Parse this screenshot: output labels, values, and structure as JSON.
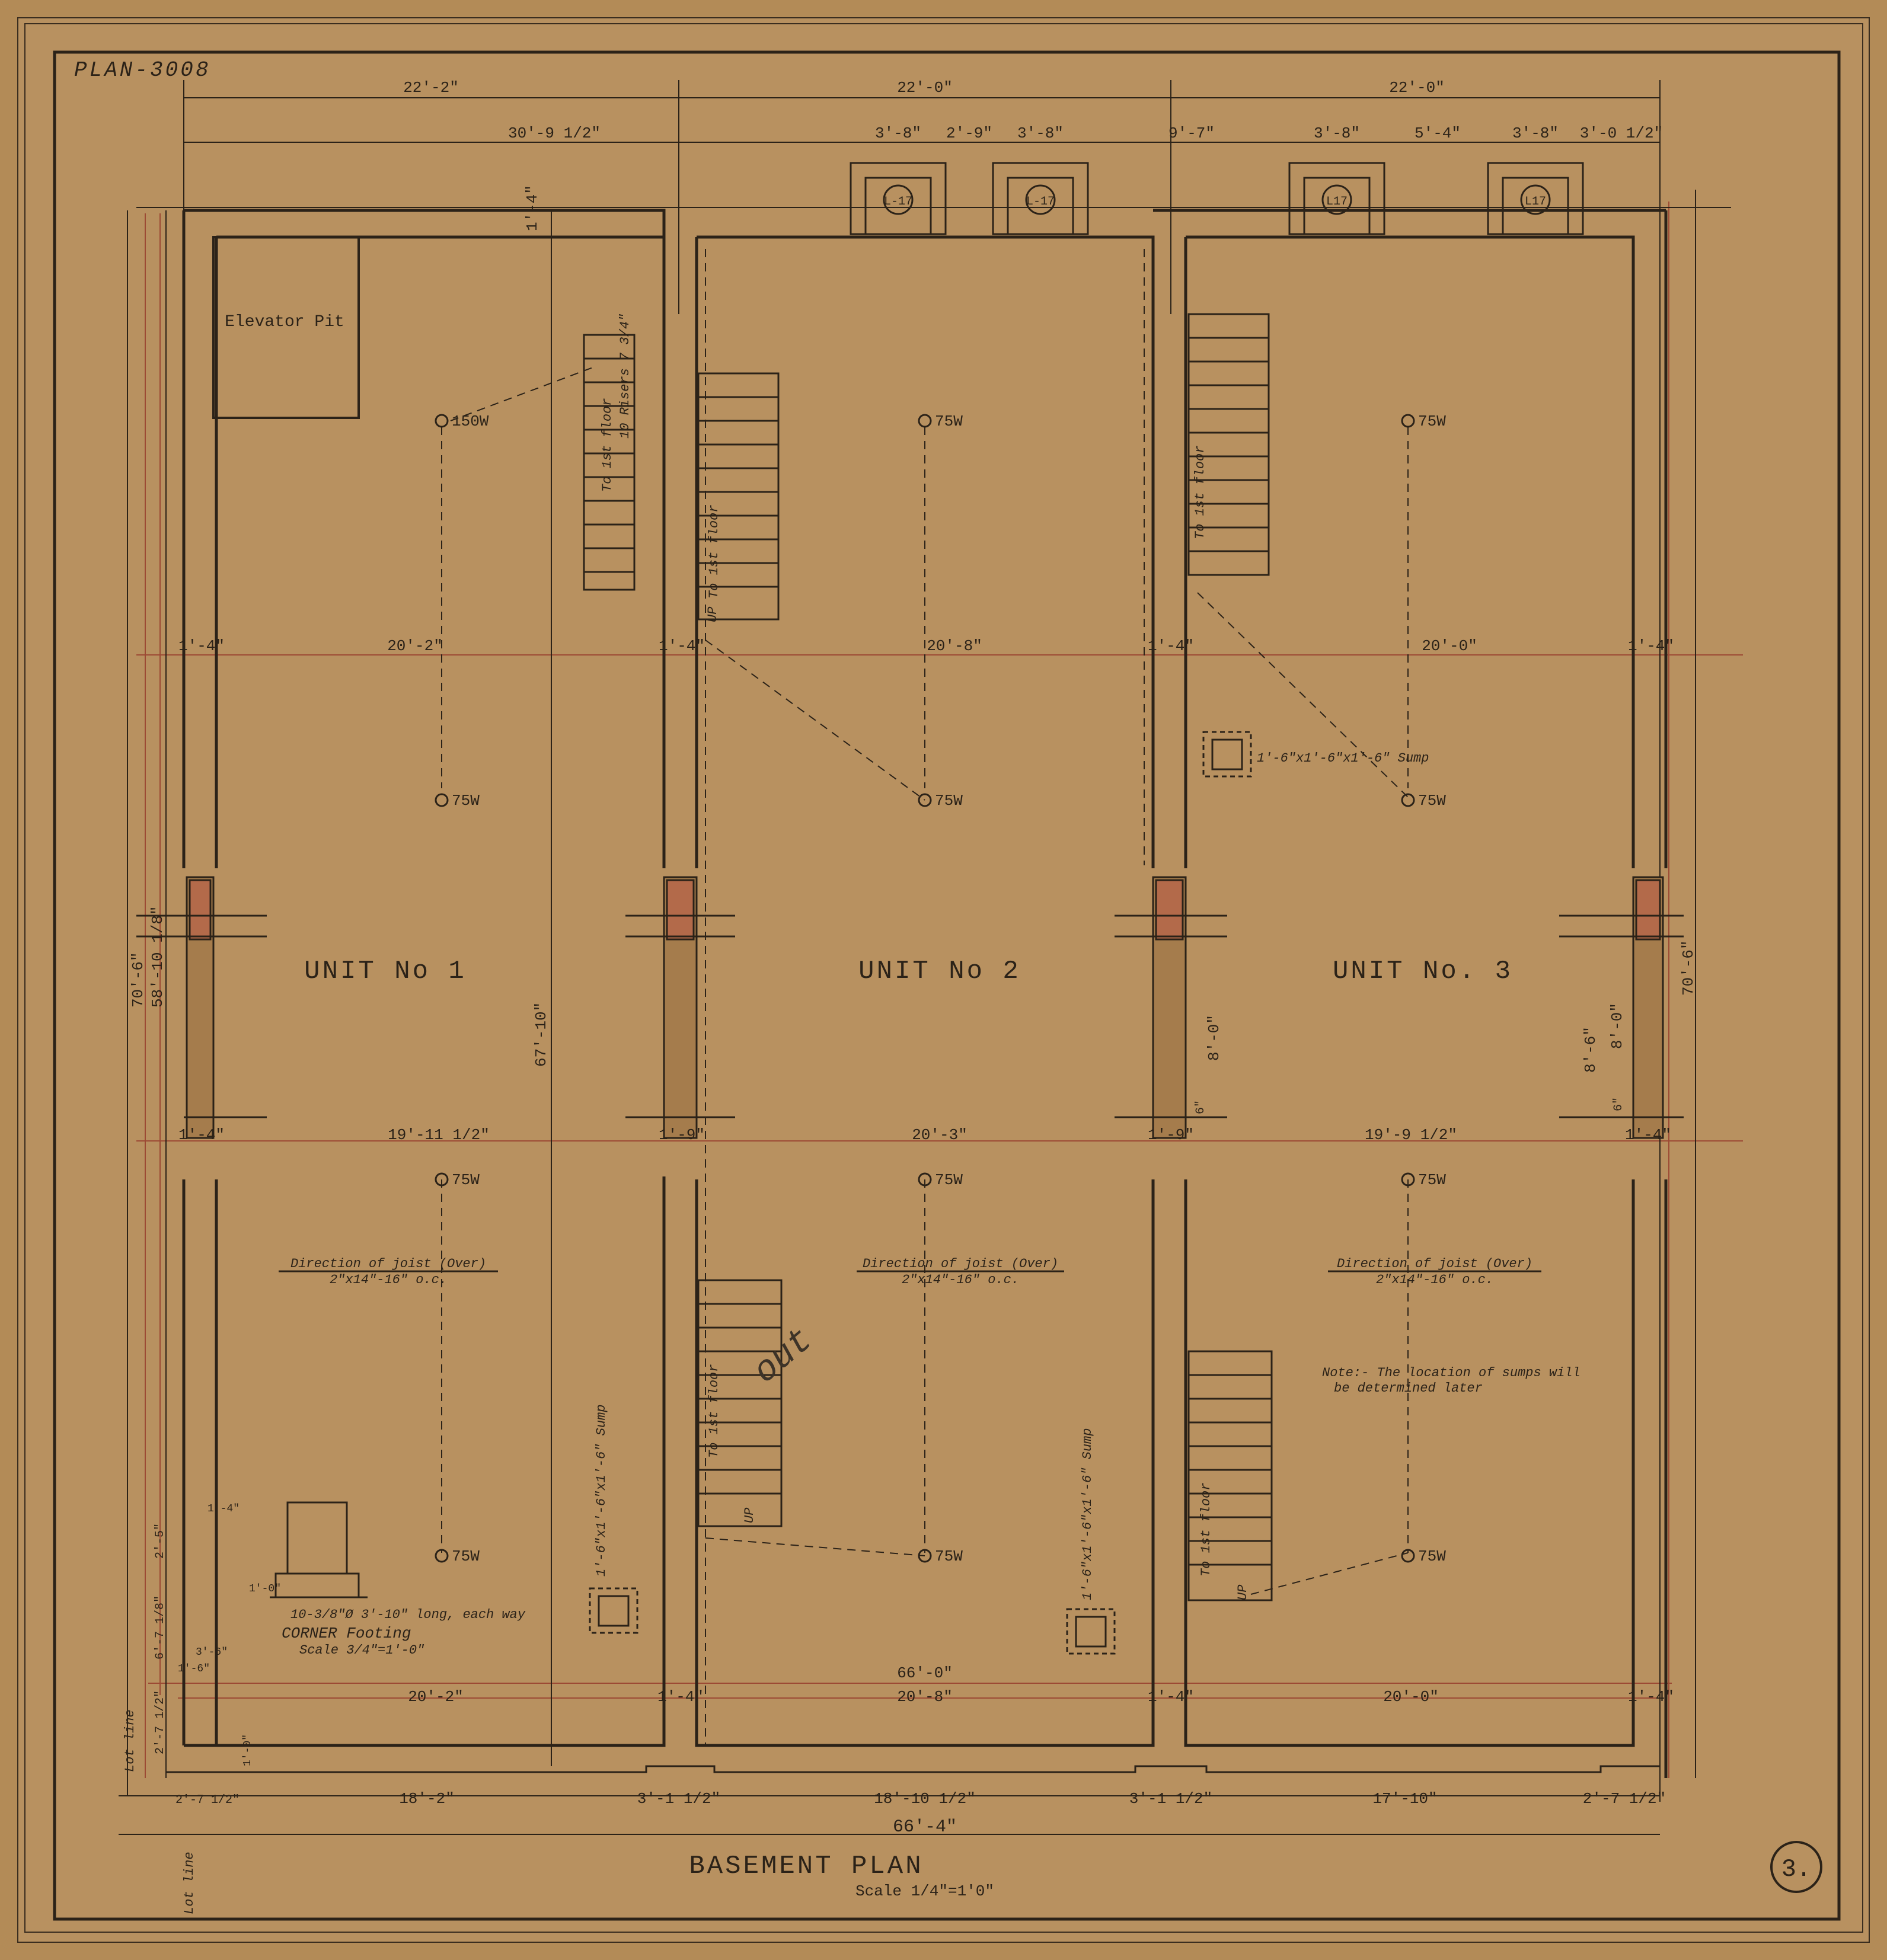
{
  "sheet": {
    "plan_number": "PLAN-3008",
    "title": "BASEMENT PLAN",
    "scale": "Scale 1/4\"=1'0\"",
    "sheet_number": "3."
  },
  "units": [
    {
      "label": "UNIT No 1"
    },
    {
      "label": "UNIT No 2"
    },
    {
      "label": "UNIT No. 3"
    }
  ],
  "rooms": {
    "elevator_pit": "Elevator Pit",
    "sump": "1'-6\"x1'-6\"x1'-6\" Sump",
    "sump_left": "1'-6\"x1'-6\"x1'-6\" Sump",
    "sump_mid": "1'-6\"x1'-6\"x1'-6\" Sump"
  },
  "windows": [
    "L-17",
    "L-17",
    "L17",
    "L17"
  ],
  "lights": [
    "150W",
    "75W",
    "75W",
    "75W",
    "75W",
    "75W",
    "75W",
    "75W",
    "75W",
    "75W",
    "75W",
    "75W"
  ],
  "joists": {
    "label": "Direction of joist (Over)",
    "spec": "2\"x14\"-16\" o.c."
  },
  "note": {
    "line1": "Note:- The location of sumps will",
    "line2": "be determined later"
  },
  "corner_footing": {
    "spec": "10-3/8\"Ø 3'-10\" long, each way",
    "title": "CORNER Footing",
    "scale": "Scale 3/4\"=1'-0\"",
    "dim": "1'-0\""
  },
  "annotation": "out",
  "lot_line": "Lot line",
  "stairs": {
    "to_floor": "To 1st floor",
    "up": "UP",
    "risers": "10 Risers 7 3/4\""
  },
  "dims": {
    "top_widths": [
      "22'-2\"",
      "22'-0\"",
      "22'-0\""
    ],
    "top_sub": [
      "30'-9 1/2\"",
      "3'-8\"",
      "2'-9\"",
      "3'-8\"",
      "9'-7\"",
      "3'-8\"",
      "5'-4\"",
      "3'-8\"",
      "3'-0 1/2\""
    ],
    "mid_row": [
      "1'-4\"",
      "20'-2\"",
      "1'-4\"",
      "20'-8\"",
      "1'-4\"",
      "20'-0\"",
      "1'-4\""
    ],
    "wall_row": [
      "1'-4\"",
      "19'-11 1/2\"",
      "1'-9\"",
      "20'-3\"",
      "1'-9\"",
      "19'-9 1/2\"",
      "1'-4\""
    ],
    "bottom_row": [
      "20'-2\"",
      "1'-4\"",
      "20'-8\"",
      "1'-4\"",
      "20'-0\"",
      "1'-4\""
    ],
    "overall_inside": "66'-0\"",
    "footing_row": [
      "2'-7 1/2\"",
      "18'-2\"",
      "3'-1 1/2\"",
      "18'-10 1/2\"",
      "3'-1 1/2\"",
      "17'-10\"",
      "2'-7 1/2\""
    ],
    "overall": "66'-4\"",
    "left_vertical": [
      "70'-6\"",
      "58'-10 1/8\"",
      "67'-10\"",
      "1'-4\""
    ],
    "right_vertical": [
      "70'-6\"",
      "8'-6\"",
      "8'-0\"",
      "6\"",
      "8'-0\"",
      "6\""
    ],
    "left_small": [
      "1'-4\"",
      "2'-5\"",
      "6'-7 1/8\"",
      "3'-6\"",
      "1'-6\"",
      "2'-7 1/2\"",
      "1'-0\""
    ]
  }
}
